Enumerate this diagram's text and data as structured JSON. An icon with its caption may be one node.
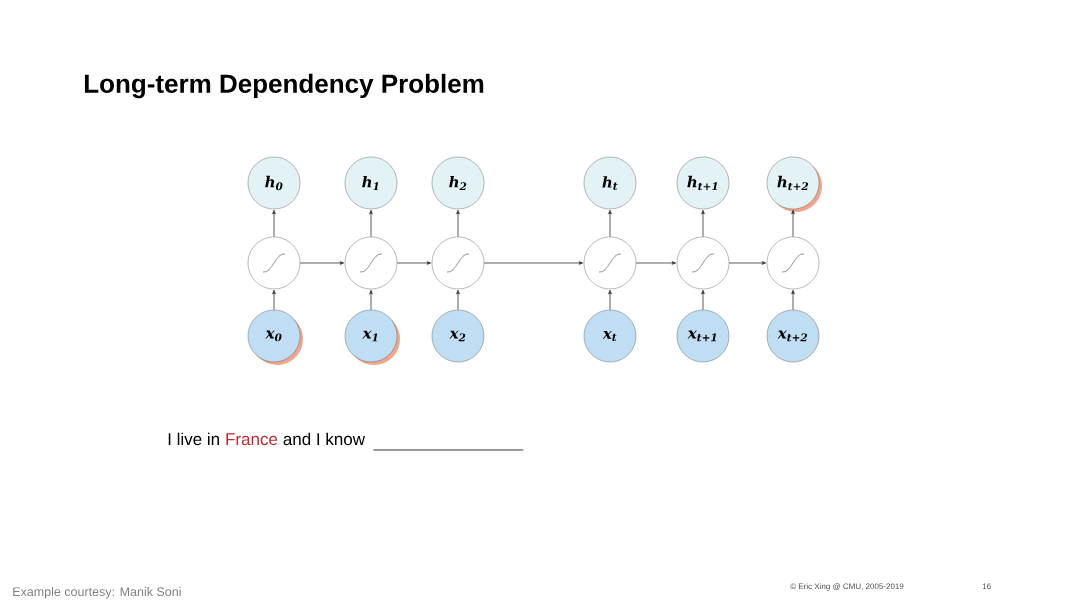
{
  "diagram": {
    "title": "Long-term Dependency Problem",
    "nodes": [
      {
        "text": [
          "h$_{0}$"
        ]
      },
      {
        "text": [
          "h$_{1}$"
        ]
      },
      {
        "text": [
          "h$_{2}$"
        ]
      },
      {
        "text": [
          "h$_{t}$"
        ]
      },
      {
        "text": [
          "h$_{t+1}$"
        ]
      },
      {
        "text": [
          "h$_{t+2}$"
        ]
      },
      {
        "text": [],
        "shape": "circle"
      },
      {
        "text": [],
        "shape": "circle"
      },
      {
        "text": [],
        "shape": "circle"
      },
      {
        "text": [],
        "shape": "circle"
      },
      {
        "text": [],
        "shape": "circle"
      },
      {
        "text": [],
        "shape": "circle"
      },
      {
        "text": [
          "x$_{0}$"
        ]
      },
      {
        "text": [
          "x$_{1}$"
        ]
      },
      {
        "text": [
          "x$_{2}$"
        ]
      },
      {
        "text": [
          "x$_{t}$"
        ]
      },
      {
        "text": [
          "x$_{t+1}$"
        ]
      },
      {
        "text": [
          "x$_{t+2}$"
        ]
      }
    ],
    "edges": [
      {
        "from": 12,
        "to": 6,
        "arrow": "to"
      },
      {
        "from": 13,
        "to": 7,
        "arrow": "to"
      },
      {
        "from": 14,
        "to": 8,
        "arrow": "to"
      },
      {
        "from": 15,
        "to": 9,
        "arrow": "to"
      },
      {
        "from": 16,
        "to": 10,
        "arrow": "to"
      },
      {
        "from": 17,
        "to": 11,
        "arrow": "to"
      },
      {
        "from": 6,
        "to": 0,
        "arrow": "to"
      },
      {
        "from": 7,
        "to": 1,
        "arrow": "to"
      },
      {
        "from": 8,
        "to": 2,
        "arrow": "to"
      },
      {
        "from": 9,
        "to": 3,
        "arrow": "to"
      },
      {
        "from": 10,
        "to": 4,
        "arrow": "to"
      },
      {
        "from": 11,
        "to": 5,
        "arrow": "to"
      },
      {
        "from": 6,
        "to": 7,
        "arrow": "to"
      },
      {
        "from": 7,
        "to": 8,
        "arrow": "to"
      },
      {
        "from": 8,
        "to": 9,
        "arrow": "to"
      },
      {
        "from": 9,
        "to": 10,
        "arrow": "to"
      },
      {
        "from": 10,
        "to": 11,
        "arrow": "to"
      }
    ],
    "labels": [
      "I live in",
      "France",
      "and I know",
      "Example courtesy: Manik Soni",
      "© Eric Xing @ CMU, 2005-2019",
      "16"
    ]
  }
}
